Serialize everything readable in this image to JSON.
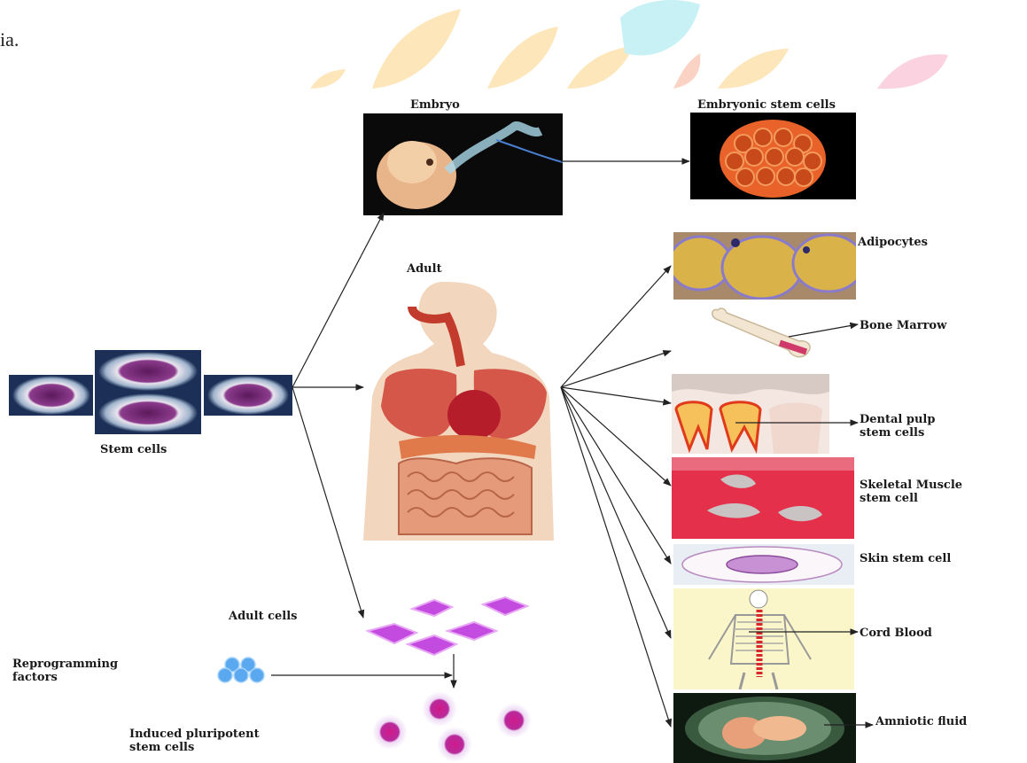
{
  "page_fragment": "ia.",
  "diagram": {
    "source": "Stem cells",
    "branches": {
      "embryo": "Embryo",
      "embryonic": "Embryonic stem cells",
      "adult": "Adult",
      "adult_cells": "Adult cells"
    },
    "adult_sources": [
      "Adipocytes",
      "Bone  Marrow",
      "Dental pulp stem cells",
      "Skeletal Muscle stem cell",
      "Skin stem cell",
      "Cord Blood",
      "Amniotic fluid"
    ],
    "reprogramming": "Reprogramming factors",
    "ipsc": "Induced pluripotent stem cells"
  },
  "colors": {
    "arrow": "#222222",
    "stem_cell": "#7a2a7a",
    "watermark_orange": "#fbe3b4",
    "watermark_cyan": "#c8f1f6",
    "watermark_pink": "#fbd3e0"
  }
}
